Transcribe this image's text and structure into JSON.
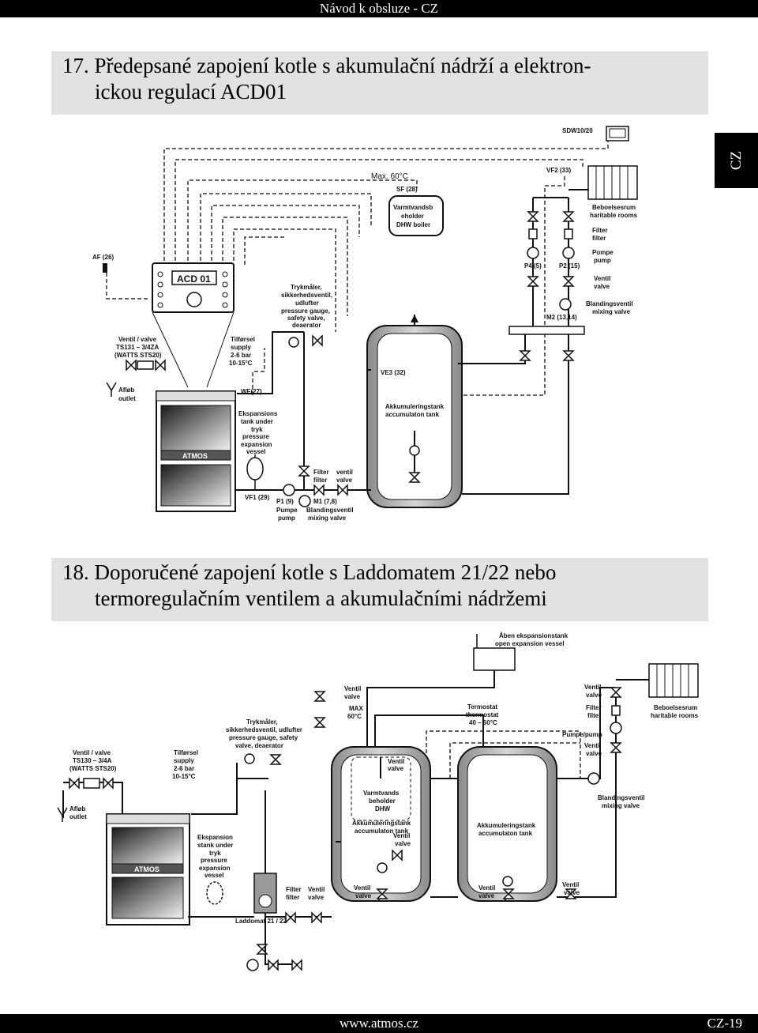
{
  "header": {
    "title": "Návod k obsluze - CZ"
  },
  "side_tab": {
    "label": "CZ"
  },
  "section1": {
    "line1": "17. Předepsané zapojení kotle s akumulační nádrží a elektron-",
    "line2": "ickou regulací ACD01"
  },
  "section2": {
    "line1": "18. Doporučené zapojení kotle s Laddomatem 21/22 nebo",
    "line2": "termoregulačním ventilem a akumulačními nádržemi"
  },
  "diagram1": {
    "sdw": "SDW10/20",
    "max_temp": "Max. 60°C",
    "vf2": "VF2 (33)",
    "sf": "SF (28)",
    "dhw1": "Varmtvandsb",
    "dhw2": "eholder",
    "dhw3": "DHW boiler",
    "rooms1": "Beboelsesrum",
    "rooms2": "haritable rooms",
    "filter1": "Filter",
    "filter2": "filter",
    "pompe1": "Pompe",
    "pompe2": "pump",
    "p4": "P4 (5)",
    "p2": "P2 (15)",
    "ventil1": "Ventil",
    "ventil2": "valve",
    "bland1": "Blandingsventil",
    "bland2": "mixing valve",
    "m2": "M2 (13,14)",
    "af": "AF (26)",
    "acd": "ACD 01",
    "tryk1": "Trykmåler,",
    "tryk2": "sikkerhedsventil,",
    "tryk3": "udlufter",
    "tryk4": "pressure gauge,",
    "tryk5": "safety valve,",
    "tryk6": "deaerator",
    "vent_valve1": "Ventil / valve",
    "vent_valve2": "TS131 – 3/4ZA",
    "vent_valve3": "(WATTS STS20)",
    "supply1": "Tilførsel",
    "supply2": "supply",
    "supply3": "2-6 bar",
    "supply4": "10-15°C",
    "ve3": "VE3 (32)",
    "afl1": "Afløb",
    "afl2": "outlet",
    "wf": "WF(27)",
    "akku1": "Akkumuleringstank",
    "akku2": "accumulaton tank",
    "exp1": "Ekspansions",
    "exp2": "tank under",
    "exp3": "tryk",
    "exp4": "pressure",
    "exp5": "expansion",
    "exp6": "vessel",
    "atmos": "ATMOS",
    "filt_filter1": "Filter",
    "filt_filter2": "filter",
    "vent_b1": "ventil",
    "vent_b2": "valve",
    "vf1": "VF1 (29)",
    "p1": "P1 (9)",
    "m1": "M1 (7,8)",
    "pumpe1": "Pumpe",
    "pumpe2": "pump",
    "bland_b1": "Blandingsventil",
    "bland_b2": "mixing valve"
  },
  "diagram2": {
    "open1": "Åben ekspansionstank",
    "open2": "open expansion vessel",
    "ventil_a1": "Ventil",
    "ventil_a2": "valve",
    "max1": "MAX",
    "max2": "60°C",
    "thermo1": "Termostat",
    "thermo2": "thermostat",
    "thermo3": "40 – 60°C",
    "vr_ventil1": "Ventil",
    "vr_ventil2": "valve",
    "vr_filter1": "Filter",
    "vr_filter2": "filter",
    "rooms1": "Beboelsesrum",
    "rooms2": "haritable rooms",
    "pumpe": "Pumpe/pump",
    "vr_ventil3": "Ventil",
    "vr_ventil4": "valve",
    "tryk1": "Trykmåler,",
    "tryk2": "sikkerhedsventil, udlufter",
    "tryk3": "pressure gauge, safety",
    "tryk4": "valve, deaerator",
    "vv1": "Ventil / valve",
    "vv2": "TS130 – 3/4A",
    "vv3": "(WATTS STS20)",
    "supply1": "Tilførsel",
    "supply2": "supply",
    "supply3": "2-6 bar",
    "supply4": "10-15°C",
    "inner_ventil1": "Ventil",
    "inner_ventil2": "valve",
    "dhw1": "Varmtvands",
    "dhw2": "beholder",
    "dhw3": "DHW",
    "akku1a": "Akkumuleringstank",
    "akku1b": "accumulaton tank",
    "akku2a": "Akkumuleringstank",
    "akku2b": "accumulaton tank",
    "inner_ventil3": "Ventil",
    "inner_ventil4": "valve",
    "bland1": "Blandingsventil",
    "bland2": "mixing valve",
    "afl1": "Afløb",
    "afl2": "outlet",
    "exp1": "Ekspansion",
    "exp2": "stank under",
    "exp3": "tryk",
    "exp4": "pressure",
    "exp5": "expansion",
    "exp6": "vessel",
    "atmos": "ATMOS",
    "filt1": "Filter",
    "filt2": "filter",
    "vent_b1": "Ventil",
    "vent_b2": "valve",
    "tank1_v1": "Ventil",
    "tank1_v2": "valve",
    "tank2_v1": "Ventil",
    "tank2_v2": "valve",
    "right_v1": "Ventil",
    "right_v2": "valve",
    "laddomat": "Laddomat 21 / 22"
  },
  "footer": {
    "url": "www.atmos.cz",
    "page": "CZ-19"
  }
}
